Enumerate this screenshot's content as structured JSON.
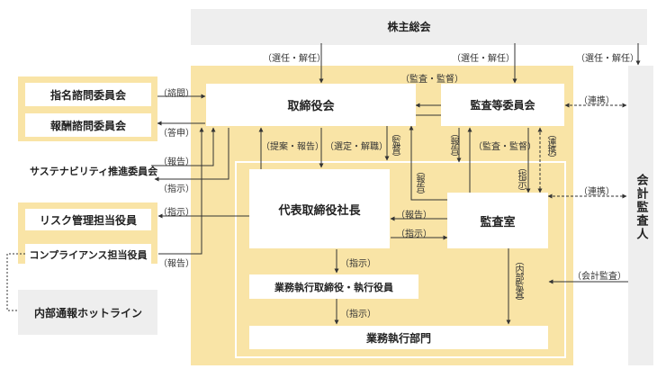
{
  "boxes": {
    "shareholders": "株主総会",
    "board": "取締役会",
    "audit_committee": "監査等委員会",
    "nomination_committee": "指名諮問委員会",
    "remuneration_committee": "報酬諮問委員会",
    "sustainability_committee": "サステナビリティ推進委員会",
    "risk_officer": "リスク管理担当役員",
    "compliance_officer": "コンプライアンス担当役員",
    "whistleblower_hotline": "内部通報ホットライン",
    "president": "代表取締役社長",
    "audit_office": "監査室",
    "executives": "業務執行取締役・執行役員",
    "business_units": "業務執行部門",
    "external_auditor": "会計監査人"
  },
  "labels": {
    "elect_dismiss_1": "（選任・解任）",
    "elect_dismiss_2": "（選任・解任）",
    "elect_dismiss_3": "（選任・解任）",
    "audit_supervise_top": "（監査・監督）",
    "consult": "（諮問）",
    "report_answer": "（答申）",
    "report_sustain": "（報告）",
    "instruct_sustain": "（指示）",
    "instruct_risk": "（指示）",
    "report_compliance": "（報告）",
    "propose_report": "（提案・報告）",
    "select_dismiss": "（選定・解職）",
    "supervise_v": "（監督）",
    "report_v": "（報告）",
    "report_v2": "（報告）",
    "audit_supervise_mid": "（監査・監督）",
    "link_v": "（連携）",
    "instruct_v": "（指示）",
    "link_1": "（連携）",
    "link_2": "（連携）",
    "report_audit_office": "（報告）",
    "instruct_audit_office": "（指示）",
    "instruct_exec": "（指示）",
    "instruct_units": "（指示）",
    "internal_audit": "（内部監査）",
    "accounting_audit": "（会計監査）"
  },
  "colors": {
    "panel": "#f9e4a6",
    "grey_panel": "#eeeeee",
    "line": "#333333"
  }
}
